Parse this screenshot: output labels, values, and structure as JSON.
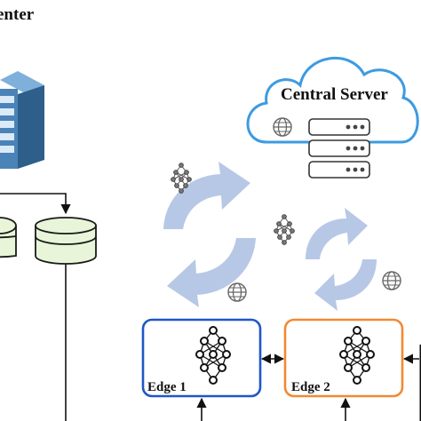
{
  "data_center": {
    "title": "enter"
  },
  "central_server": {
    "title": "Central Server"
  },
  "edges": [
    {
      "label": "Edge 1",
      "color": "#1f57c7"
    },
    {
      "label": "Edge 2",
      "color": "#f08a35"
    }
  ],
  "colors": {
    "cloud_outline": "#3d9be0",
    "sync_arrows": "#b7c8e6",
    "database": "#e8f5d9",
    "server_rack": "#2e5f8a"
  },
  "icons": [
    "server-rack-icon",
    "database-icon",
    "cloud-icon",
    "globe-icon",
    "server-stack-icon",
    "neural-network-icon",
    "sync-arrows-icon"
  ]
}
